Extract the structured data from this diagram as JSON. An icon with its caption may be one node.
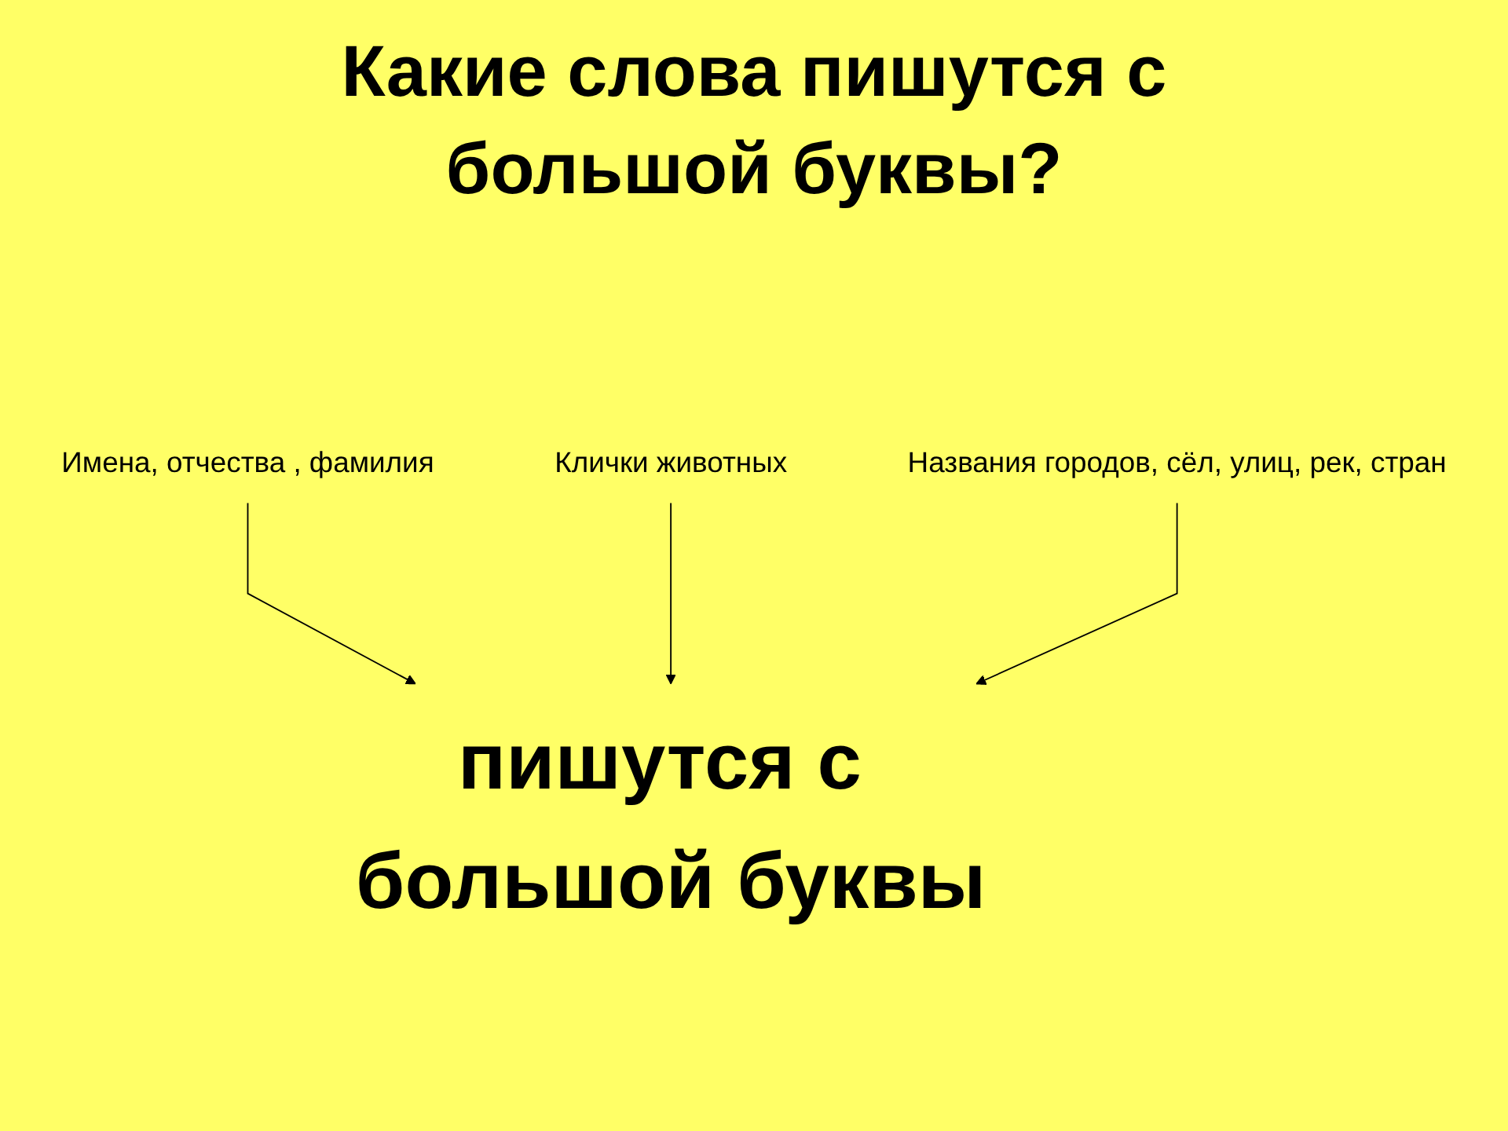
{
  "diagram": {
    "title": "Какие слова пишутся с большой буквы?",
    "nodes": [
      {
        "text": [
          "Имена, отчества , фамилия"
        ]
      },
      {
        "text": [
          "Клички животных"
        ]
      },
      {
        "text": [
          "Названия городов, сёл, улиц, рек, стран"
        ]
      },
      {
        "text": [
          "пишутся с большой буквы"
        ]
      }
    ],
    "edges": [
      {
        "from": 0,
        "to": 3,
        "arrow": "to"
      },
      {
        "from": 1,
        "to": 3,
        "arrow": "to"
      },
      {
        "from": 2,
        "to": 3,
        "arrow": "to"
      }
    ]
  }
}
